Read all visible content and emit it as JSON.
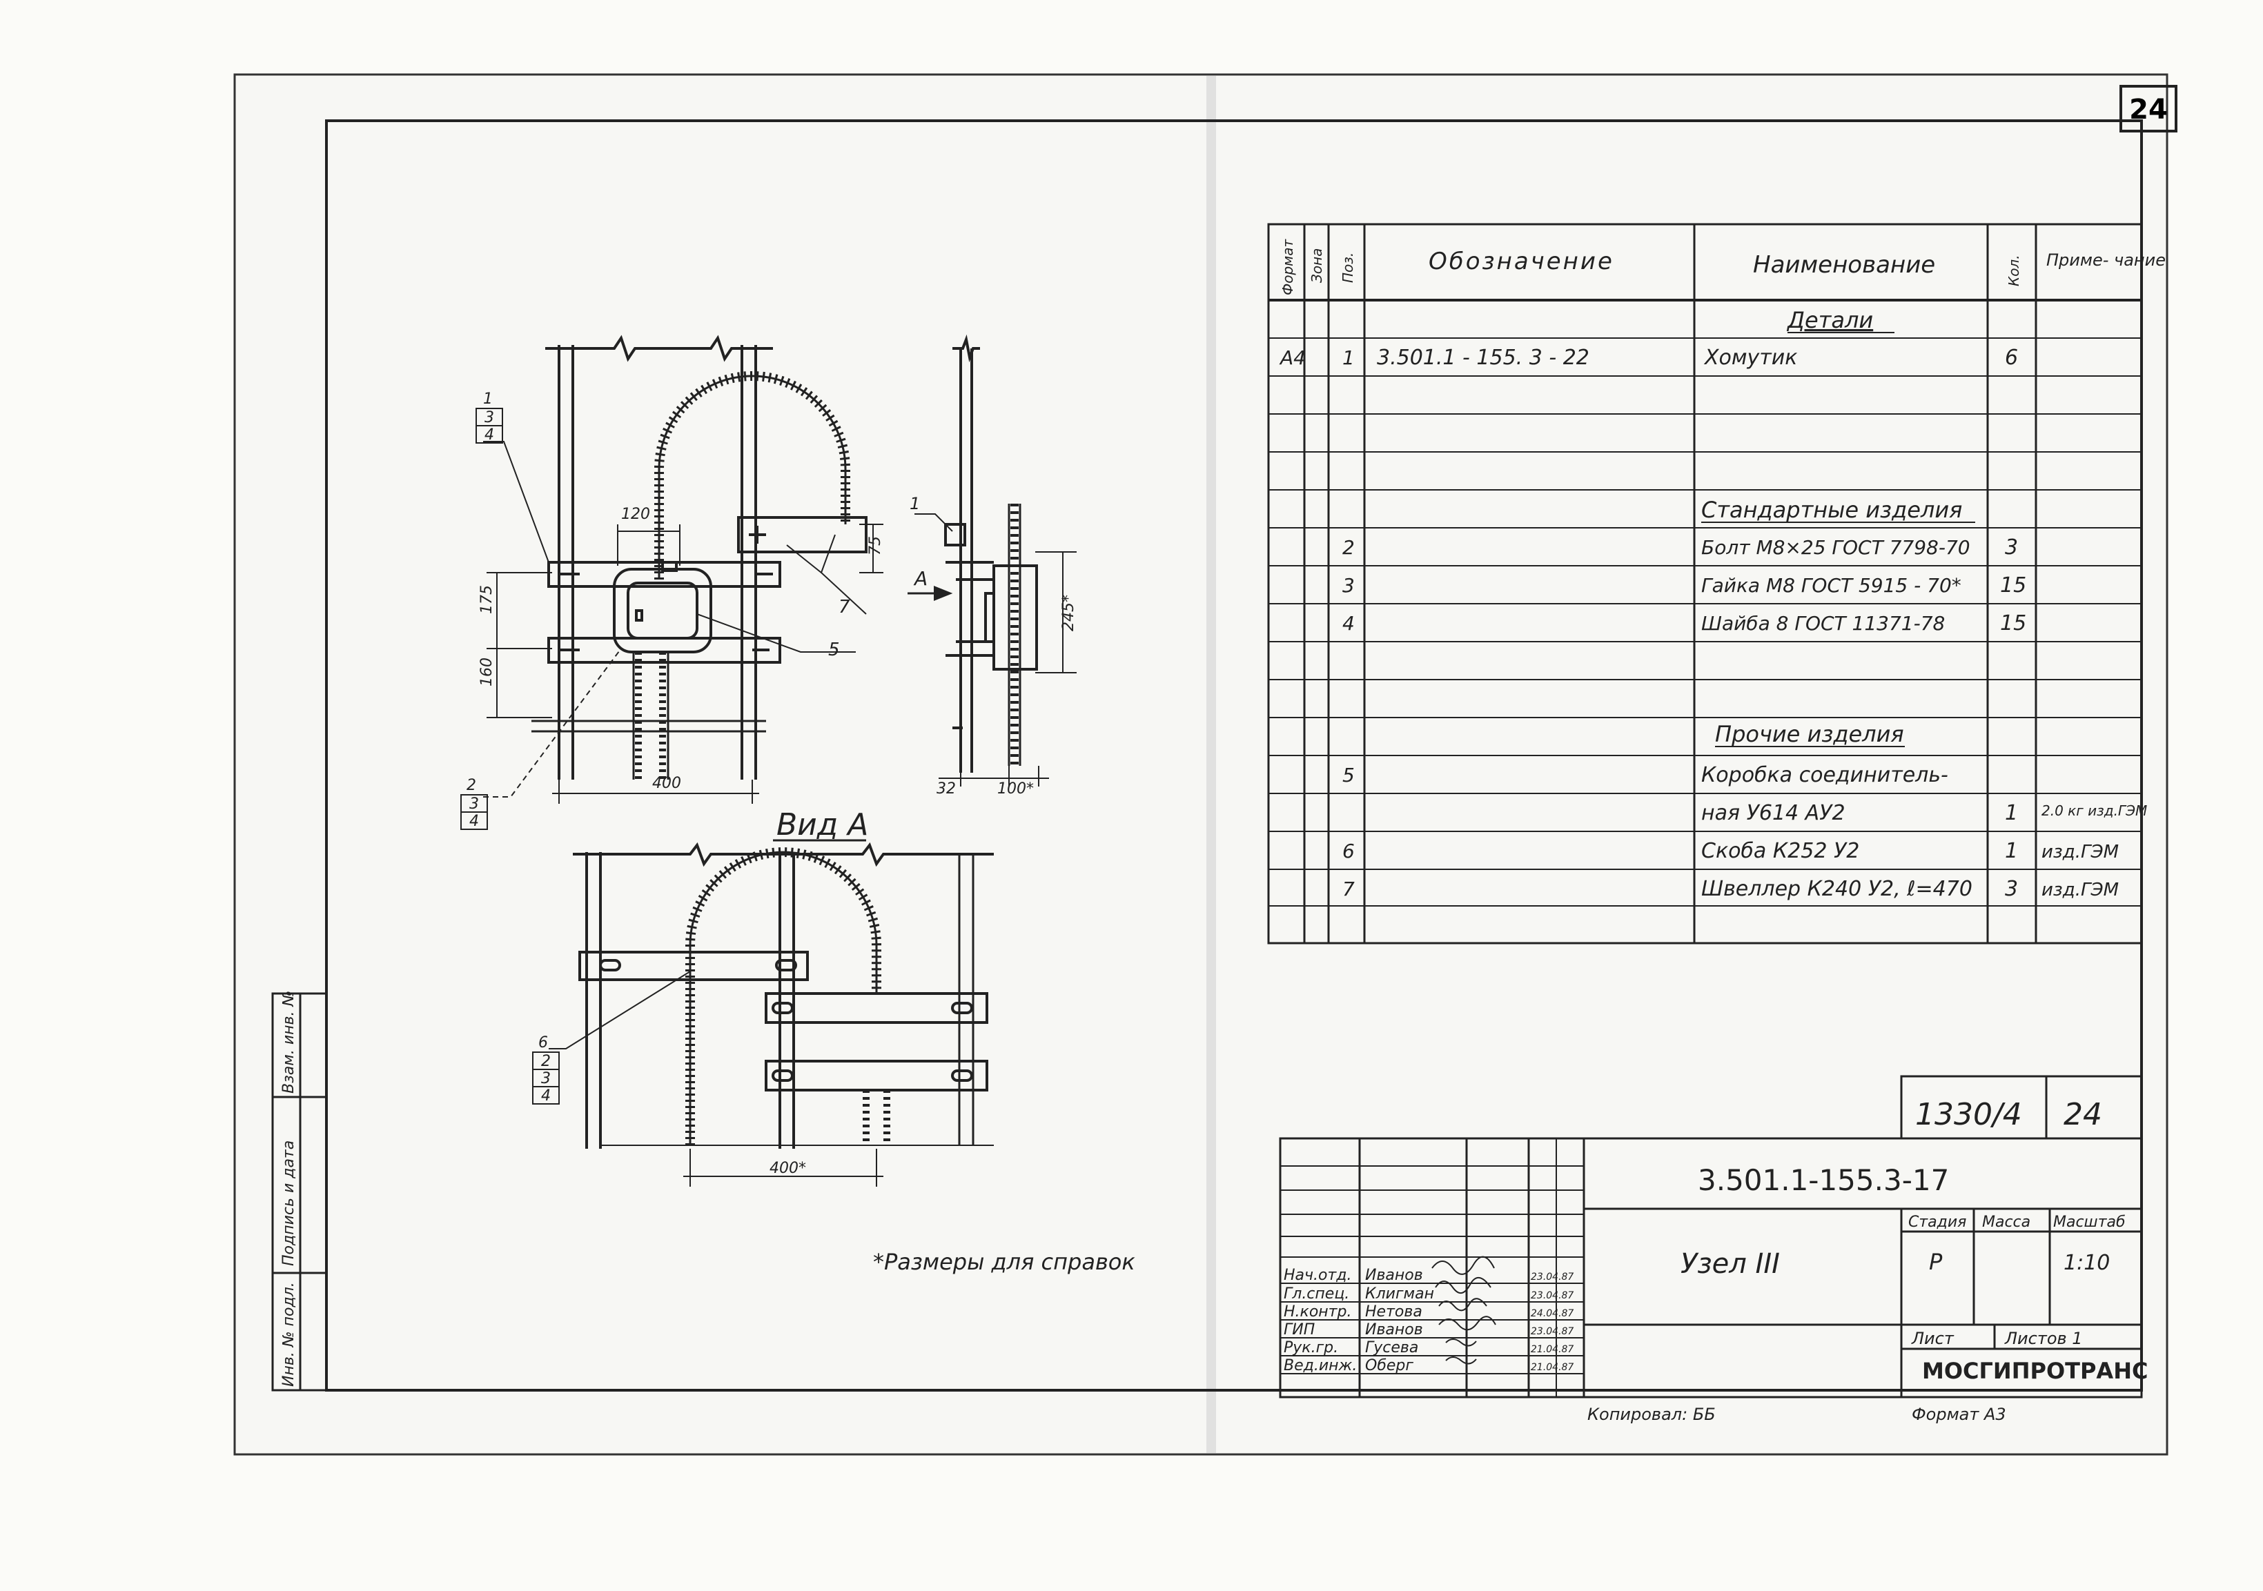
{
  "sheet": {
    "page_number": "24",
    "footnote": "*Размеры для справок",
    "copied_by": "Копировал: ББ",
    "format": "Формат А3"
  },
  "drawing": {
    "section_title": "Вид А",
    "dim_120": "120",
    "dim_75": "75",
    "dim_175": "175",
    "dim_160": "160",
    "dim_400_main": "400",
    "dim_245": "245*",
    "dim_32": "32",
    "dim_100": "100*",
    "dim_400_view": "400*",
    "arrow_label": "A",
    "leaders": {
      "one": "1",
      "seven": "7",
      "five": "5",
      "two": "2",
      "six": "6",
      "three": "3",
      "four": "4"
    }
  },
  "spec_table": {
    "headers": {
      "format": "Формат",
      "zone": "Зона",
      "pos": "Поз.",
      "designation": "Обозначение",
      "name": "Наименование",
      "qty": "Кол.",
      "note": "Приме- чание"
    },
    "sections": {
      "parts": "Детали",
      "standard": "Стандартные изделия",
      "other": "Прочие изделия"
    },
    "rows": [
      {
        "format": "А4",
        "pos": "1",
        "designation": "3.501.1 - 155. 3 - 22",
        "name": "Хомутик",
        "qty": "6",
        "note": ""
      },
      {
        "format": "",
        "pos": "2",
        "designation": "",
        "name": "Болт М8×25 ГОСТ 7798-70",
        "qty": "3",
        "note": ""
      },
      {
        "format": "",
        "pos": "3",
        "designation": "",
        "name": "Гайка М8 ГОСТ 5915 - 70*",
        "qty": "15",
        "note": ""
      },
      {
        "format": "",
        "pos": "4",
        "designation": "",
        "name": "Шайба 8 ГОСТ 11371-78",
        "qty": "15",
        "note": ""
      },
      {
        "format": "",
        "pos": "5",
        "designation": "",
        "name": "Коробка соединитель-",
        "qty": "",
        "note": ""
      },
      {
        "format": "",
        "pos": "",
        "designation": "",
        "name": "ная У614 АУ2",
        "qty": "1",
        "note": "2.0 кг изд.ГЭМ"
      },
      {
        "format": "",
        "pos": "6",
        "designation": "",
        "name": "Скоба К252 У2",
        "qty": "1",
        "note": "изд.ГЭМ"
      },
      {
        "format": "",
        "pos": "7",
        "designation": "",
        "name": "Швеллер К240 У2, ℓ=470",
        "qty": "3",
        "note": "изд.ГЭМ"
      }
    ]
  },
  "side_stamp": {
    "cells": [
      "Инв. № подл.",
      "Подпись и дата",
      "Взам. инв. №"
    ]
  },
  "title_block": {
    "project_number": "1330/4",
    "sheet_number": "24",
    "document_code": "3.501.1-155.3-17",
    "title": "Узел III",
    "stage_label": "Стадия",
    "mass_label": "Масса",
    "scale_label": "Масштаб",
    "stage": "Р",
    "scale": "1:10",
    "sheet_label": "Лист",
    "sheets_label": "Листов 1",
    "organization": "МОСГИПРОТРАНС",
    "signatures": [
      {
        "role": "Нач.отд.",
        "name": "Иванов",
        "date": "23.04.87"
      },
      {
        "role": "Гл.спец.",
        "name": "Клигман",
        "date": "23.04.87"
      },
      {
        "role": "Н.контр.",
        "name": "Нетова",
        "date": "24.04.87"
      },
      {
        "role": "ГИП",
        "name": "Иванов",
        "date": "23.04.87"
      },
      {
        "role": "Рук.гр.",
        "name": "Гусева",
        "date": "21.04.87"
      },
      {
        "role": "Вед.инж.",
        "name": "Оберг",
        "date": "21.04.87"
      }
    ]
  }
}
